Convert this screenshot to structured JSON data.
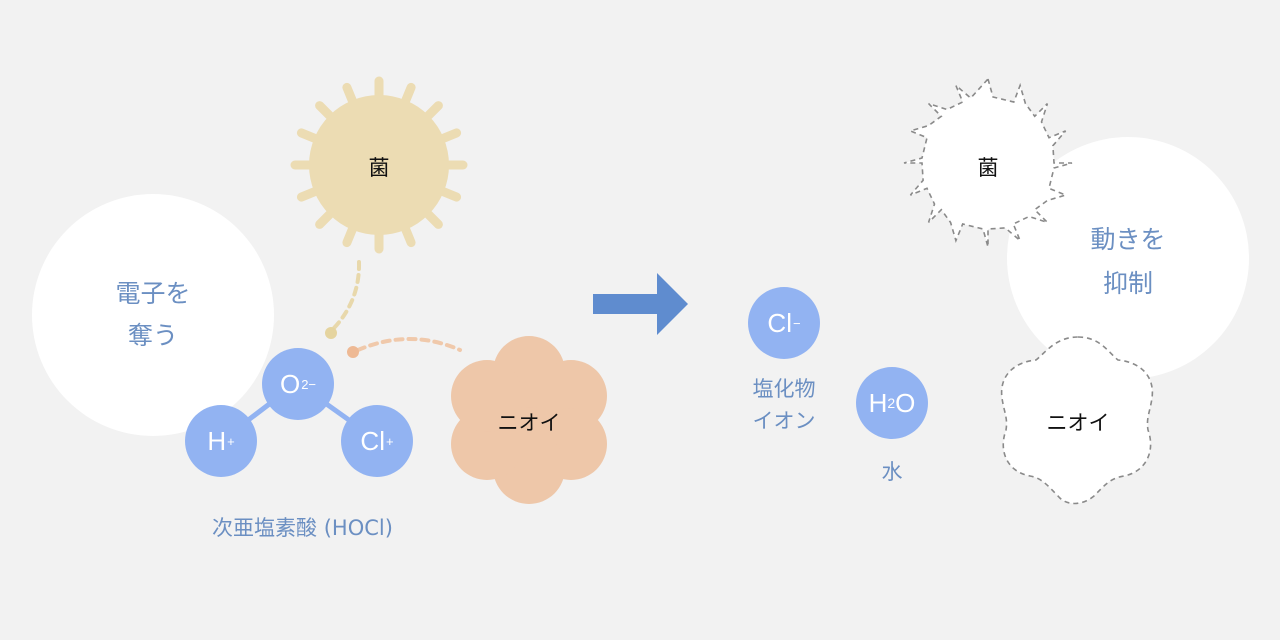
{
  "left_panel": {
    "bacteria_label": "菌",
    "odor_label": "ニオイ",
    "action_line1": "電子を",
    "action_line2": "奪う",
    "molecule": {
      "oxygen": {
        "symbol": "O",
        "charge": "2−"
      },
      "hydrogen": {
        "symbol": "H",
        "charge": "+"
      },
      "chlorine": {
        "symbol": "Cl",
        "charge": "+"
      }
    },
    "caption": "次亜塩素酸 (HOCl)"
  },
  "arrow": {
    "direction": "right",
    "color": "#5f8ccf"
  },
  "right_panel": {
    "chloride": {
      "symbol": "Cl",
      "charge": "−",
      "label_line1": "塩化物",
      "label_line2": "イオン"
    },
    "water": {
      "symbol_a": "H",
      "subscript": "2",
      "symbol_b": "O",
      "label": "水"
    },
    "bacteria_label": "菌",
    "odor_label": "ニオイ",
    "effect_line1": "動きを",
    "effect_line2": "抑制"
  },
  "colors": {
    "background": "#f2f2f2",
    "atom": "#92b3f2",
    "bacteria": "#ecdcb3",
    "odor": "#eec7a9",
    "text_accent": "#6b8fc2",
    "dashed_outline": "#8a8a8a"
  }
}
